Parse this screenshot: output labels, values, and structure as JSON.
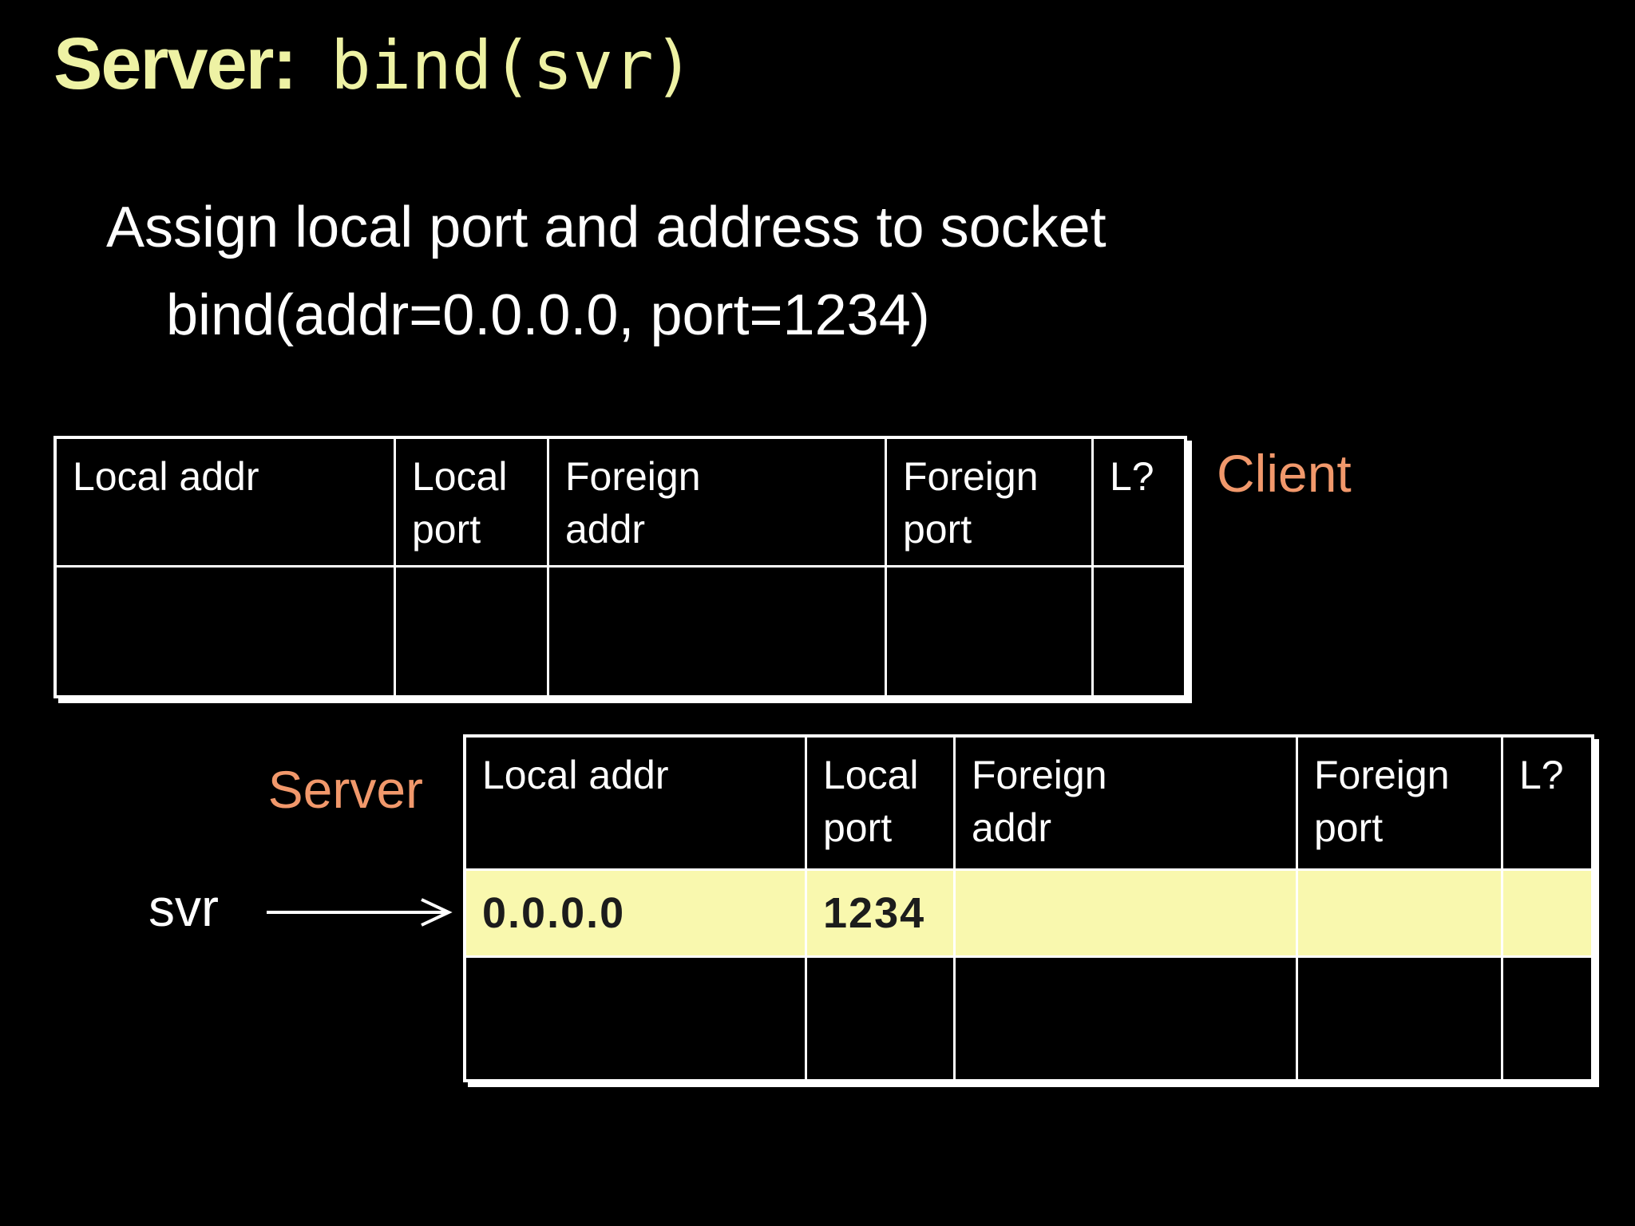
{
  "title": {
    "main": "Server:",
    "code": "bind(svr)"
  },
  "body": {
    "line1": "Assign local port and address to socket",
    "line2": "bind(addr=0.0.0.0, port=1234)"
  },
  "client_table": {
    "label": "Client",
    "headers": [
      "Local addr",
      "Local\nport",
      "Foreign\naddr",
      "Foreign\nport",
      "L?"
    ],
    "rows": [
      {
        "cells": [
          "",
          "",
          "",
          "",
          ""
        ]
      }
    ]
  },
  "server_table": {
    "label": "Server",
    "headers": [
      "Local addr",
      "Local\nport",
      "Foreign\naddr",
      "Foreign\nport",
      "L?"
    ],
    "rows": [
      {
        "cells": [
          "0.0.0.0",
          "1234",
          "",
          "",
          ""
        ],
        "highlighted": true
      },
      {
        "cells": [
          "",
          "",
          "",
          "",
          ""
        ],
        "highlighted": false
      }
    ]
  },
  "pointer": {
    "label": "svr"
  },
  "colors": {
    "background": "#000000",
    "title_yellow": "#eef2a4",
    "accent_orange": "#f1986b",
    "highlight_yellow": "#f9f8ae",
    "border_white": "#ffffff",
    "text_white": "#ffffff",
    "value_dark": "#1c1c1c"
  }
}
